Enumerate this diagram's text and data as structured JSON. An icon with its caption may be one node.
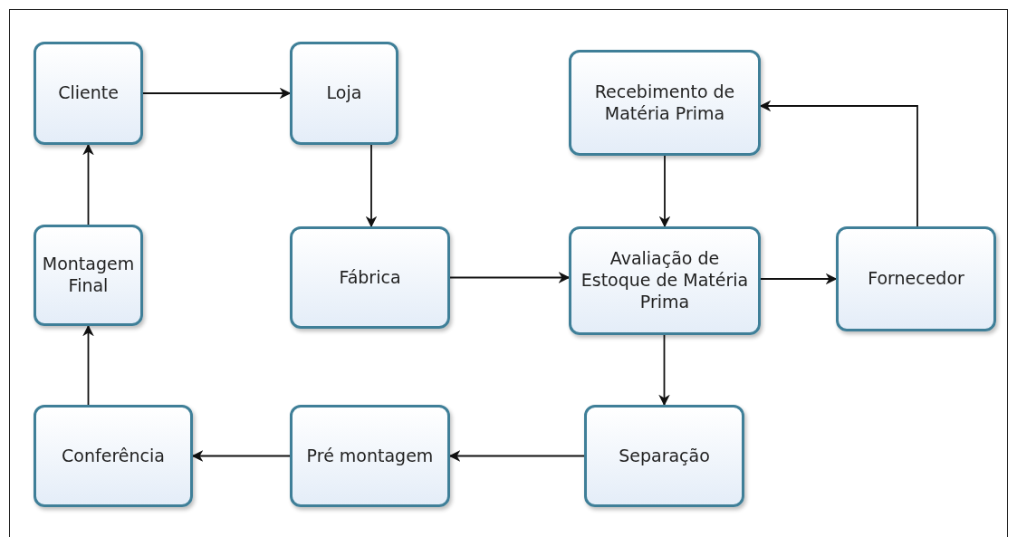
{
  "diagram": {
    "nodes": [
      {
        "text": [
          "Cliente"
        ]
      },
      {
        "text": [
          "Loja"
        ]
      },
      {
        "text": [
          "Recebimento de Matéria Prima"
        ]
      },
      {
        "text": [
          "Montagem Final"
        ]
      },
      {
        "text": [
          "Fábrica"
        ]
      },
      {
        "text": [
          "Avaliação de Estoque de Matéria  Prima"
        ]
      },
      {
        "text": [
          "Fornecedor"
        ]
      },
      {
        "text": [
          "Conferência"
        ]
      },
      {
        "text": [
          "Pré montagem"
        ]
      },
      {
        "text": [
          "Separação"
        ]
      }
    ],
    "edges": [
      {
        "from": 0,
        "to": 1,
        "arrow": "to"
      },
      {
        "from": 1,
        "to": 4,
        "arrow": "to"
      },
      {
        "from": 4,
        "to": 5,
        "arrow": "to"
      },
      {
        "from": 2,
        "to": 5,
        "arrow": "to"
      },
      {
        "from": 5,
        "to": 6,
        "arrow": "to"
      },
      {
        "from": 6,
        "to": 2,
        "arrow": "to"
      },
      {
        "from": 5,
        "to": 9,
        "arrow": "to"
      },
      {
        "from": 9,
        "to": 8,
        "arrow": "to"
      },
      {
        "from": 8,
        "to": 7,
        "arrow": "to"
      },
      {
        "from": 7,
        "to": 3,
        "arrow": "to"
      },
      {
        "from": 3,
        "to": 0,
        "arrow": "to"
      }
    ]
  }
}
